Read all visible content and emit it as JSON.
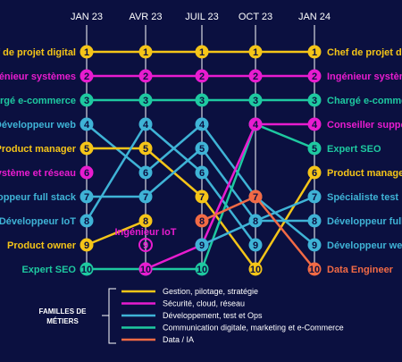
{
  "chart_data": {
    "type": "line",
    "chart_kind": "bump",
    "x": [
      "JAN 23",
      "AVR 23",
      "JUIL 23",
      "OCT 23",
      "JAN 24"
    ],
    "y_reversed": true,
    "ylim": [
      1,
      10
    ],
    "families": [
      {
        "key": "gestion",
        "label": "Gestion, pilotage, stratégie",
        "color": "#f5c518"
      },
      {
        "key": "securite",
        "label": "Sécurité, cloud, réseau",
        "color": "#e81ccf"
      },
      {
        "key": "dev",
        "label": "Développement, test et Ops",
        "color": "#3fb3d6"
      },
      {
        "key": "digital",
        "label": "Communication digitale, marketing et e-Commerce",
        "color": "#1ec9a0"
      },
      {
        "key": "data",
        "label": "Data / IA",
        "color": "#f26a45"
      }
    ],
    "series": [
      {
        "left_label": "Chef de projet digital",
        "right_label": "Chef de projet digital",
        "family": "gestion",
        "ranks": [
          1,
          1,
          1,
          1,
          1
        ]
      },
      {
        "left_label": "Ingénieur systèmes",
        "right_label": "Ingénieur systèmes",
        "family": "securite",
        "ranks": [
          2,
          2,
          2,
          2,
          2
        ]
      },
      {
        "left_label": "Chargé e-commerce",
        "right_label": "Chargé e-commerce",
        "family": "digital",
        "ranks": [
          3,
          3,
          3,
          3,
          3
        ]
      },
      {
        "left_label": "Développeur web",
        "right_label": "Développeur web",
        "family": "dev",
        "ranks": [
          4,
          6,
          4,
          7,
          9
        ]
      },
      {
        "left_label": "Product manager",
        "right_label": "Product manager",
        "family": "gestion",
        "ranks": [
          5,
          5,
          7,
          10,
          6
        ]
      },
      {
        "left_label": "Système et réseau",
        "right_label": "",
        "family": "securite",
        "ranks": [
          6,
          null,
          null,
          null,
          null
        ]
      },
      {
        "left_label": "Développeur full stack",
        "right_label": "Développeur full stack",
        "family": "dev",
        "ranks": [
          7,
          7,
          5,
          8,
          8
        ]
      },
      {
        "left_label": "Développeur IoT",
        "right_label": "",
        "family": "dev",
        "ranks": [
          8,
          4,
          6,
          9,
          null
        ]
      },
      {
        "left_label": "Product owner",
        "right_label": "",
        "family": "gestion",
        "ranks": [
          9,
          8,
          null,
          null,
          null
        ]
      },
      {
        "left_label": "Expert SEO",
        "right_label": "Expert SEO",
        "family": "digital",
        "ranks": [
          10,
          10,
          10,
          4,
          5
        ]
      },
      {
        "left_label": "",
        "right_label": "Conseiller support",
        "family": "securite",
        "ranks": [
          null,
          10,
          9,
          4,
          4
        ]
      },
      {
        "left_label": "",
        "right_label": "Spécialiste test",
        "family": "dev",
        "ranks": [
          null,
          null,
          9,
          8,
          7
        ]
      },
      {
        "left_label": "",
        "right_label": "Data Engineer",
        "family": "data",
        "ranks": [
          null,
          null,
          8,
          7,
          10
        ]
      }
    ],
    "annotations": [
      {
        "label": "Ingénieur IoT",
        "rank": 9,
        "column": 1,
        "family": "securite"
      }
    ],
    "legend_title": [
      "FAMILLES DE",
      "MÉTIERS"
    ]
  }
}
